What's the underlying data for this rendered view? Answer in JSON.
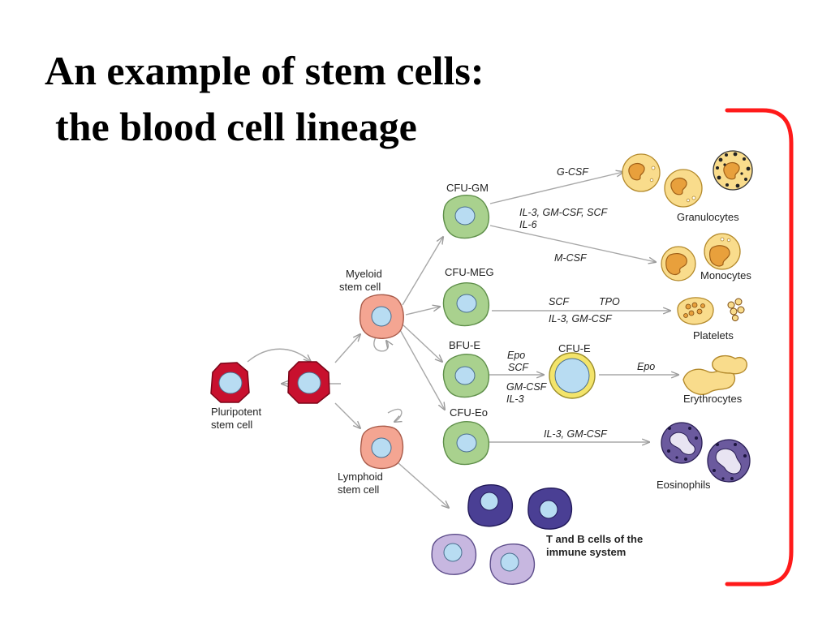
{
  "slide": {
    "title_line1": "An example of stem cells:",
    "title_line2": "the blood cell lineage"
  },
  "cells": {
    "pluripotent_l1": "Pluripotent",
    "pluripotent_l2": "stem cell",
    "myeloid_l1": "Myeloid",
    "myeloid_l2": "stem cell",
    "lymphoid_l1": "Lymphoid",
    "lymphoid_l2": "stem cell",
    "cfu_gm": "CFU-GM",
    "cfu_meg": "CFU-MEG",
    "bfu_e": "BFU-E",
    "cfu_e": "CFU-E",
    "cfu_eo": "CFU-Eo"
  },
  "factors": {
    "g_csf": "G-CSF",
    "il3_gmcsf_scf": "IL-3, GM-CSF, SCF",
    "il6": "IL-6",
    "m_csf": "M-CSF",
    "scf": "SCF",
    "tpo": "TPO",
    "il3_gmcsf_meg": "IL-3, GM-CSF",
    "epo_1": "Epo",
    "scf_e": "SCF",
    "gm_csf": "GM-CSF",
    "il3": "IL-3",
    "epo_2": "Epo",
    "il3_gmcsf_eo": "IL-3, GM-CSF"
  },
  "outputs": {
    "granulocytes": "Granulocytes",
    "monocytes": "Monocytes",
    "platelets": "Platelets",
    "erythrocytes": "Erythrocytes",
    "eosinophils": "Eosinophils",
    "tb_l1": "T and B cells of the",
    "tb_l2": "immune system"
  },
  "colors": {
    "bracket": "#ff1a1a",
    "pluripotent": "#c8102e",
    "myeloid": "#f4a592",
    "progenitor": "#a9d18e",
    "cfu_e_ring": "#f3e46b",
    "granulocyte": "#f9dc8c",
    "lymph_dark": "#4a3f94",
    "lymph_light": "#c7b7e0",
    "nucleus": "#b8dcf2"
  }
}
